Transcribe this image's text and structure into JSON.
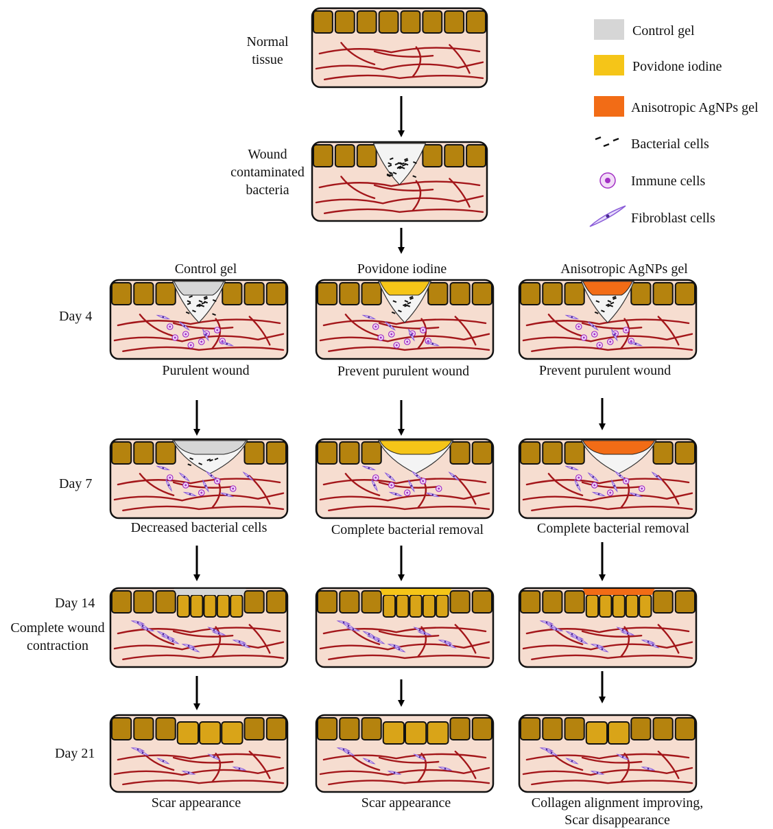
{
  "stages": {
    "normal": {
      "line1": "Normal",
      "line2": "tissue"
    },
    "wound": {
      "line1": "Wound",
      "line2": "contaminated",
      "line3": "bacteria"
    }
  },
  "columns": [
    {
      "title": "Control gel",
      "gel_color": "#d6d6d6"
    },
    {
      "title": "Povidone iodine",
      "gel_color": "#f5c518"
    },
    {
      "title": "Anisotropic AgNPs gel",
      "gel_color": "#f26c16"
    }
  ],
  "rows": [
    {
      "label": "Day 4",
      "captions": [
        "Purulent wound",
        "Prevent purulent wound",
        "Prevent purulent wound"
      ]
    },
    {
      "label": "Day 7",
      "captions": [
        "Decreased bacterial cells",
        "Complete bacterial removal",
        "Complete bacterial removal"
      ]
    },
    {
      "label": "Day 14",
      "sublabel_1": "Complete wound",
      "sublabel_2": "contraction",
      "captions": [
        "",
        "",
        ""
      ]
    },
    {
      "label": "Day 21",
      "captions": [
        "Scar appearance",
        "Scar appearance",
        "Collagen alignment improving,",
        "Scar disappearance"
      ]
    }
  ],
  "legend": [
    {
      "label": "Control gel",
      "icon": "swatch",
      "color": "#d6d6d6"
    },
    {
      "label": "Povidone iodine",
      "icon": "swatch",
      "color": "#f5c518"
    },
    {
      "label": "Anisotropic AgNPs gel",
      "icon": "swatch",
      "color": "#f26c16"
    },
    {
      "label": "Bacterial cells",
      "icon": "bacteria-icon"
    },
    {
      "label": "Immune cells",
      "icon": "immune-cell-icon"
    },
    {
      "label": "Fibroblast cells",
      "icon": "fibroblast-icon"
    }
  ],
  "colors": {
    "skin_cell": "#b5830e",
    "skin_cell_new": "#d9a418",
    "tissue": "#f6ddd0",
    "vessel": "#a3161a",
    "outline": "#111111",
    "immune": "#a22fc4",
    "fibroblast": "#8a5cd8"
  }
}
